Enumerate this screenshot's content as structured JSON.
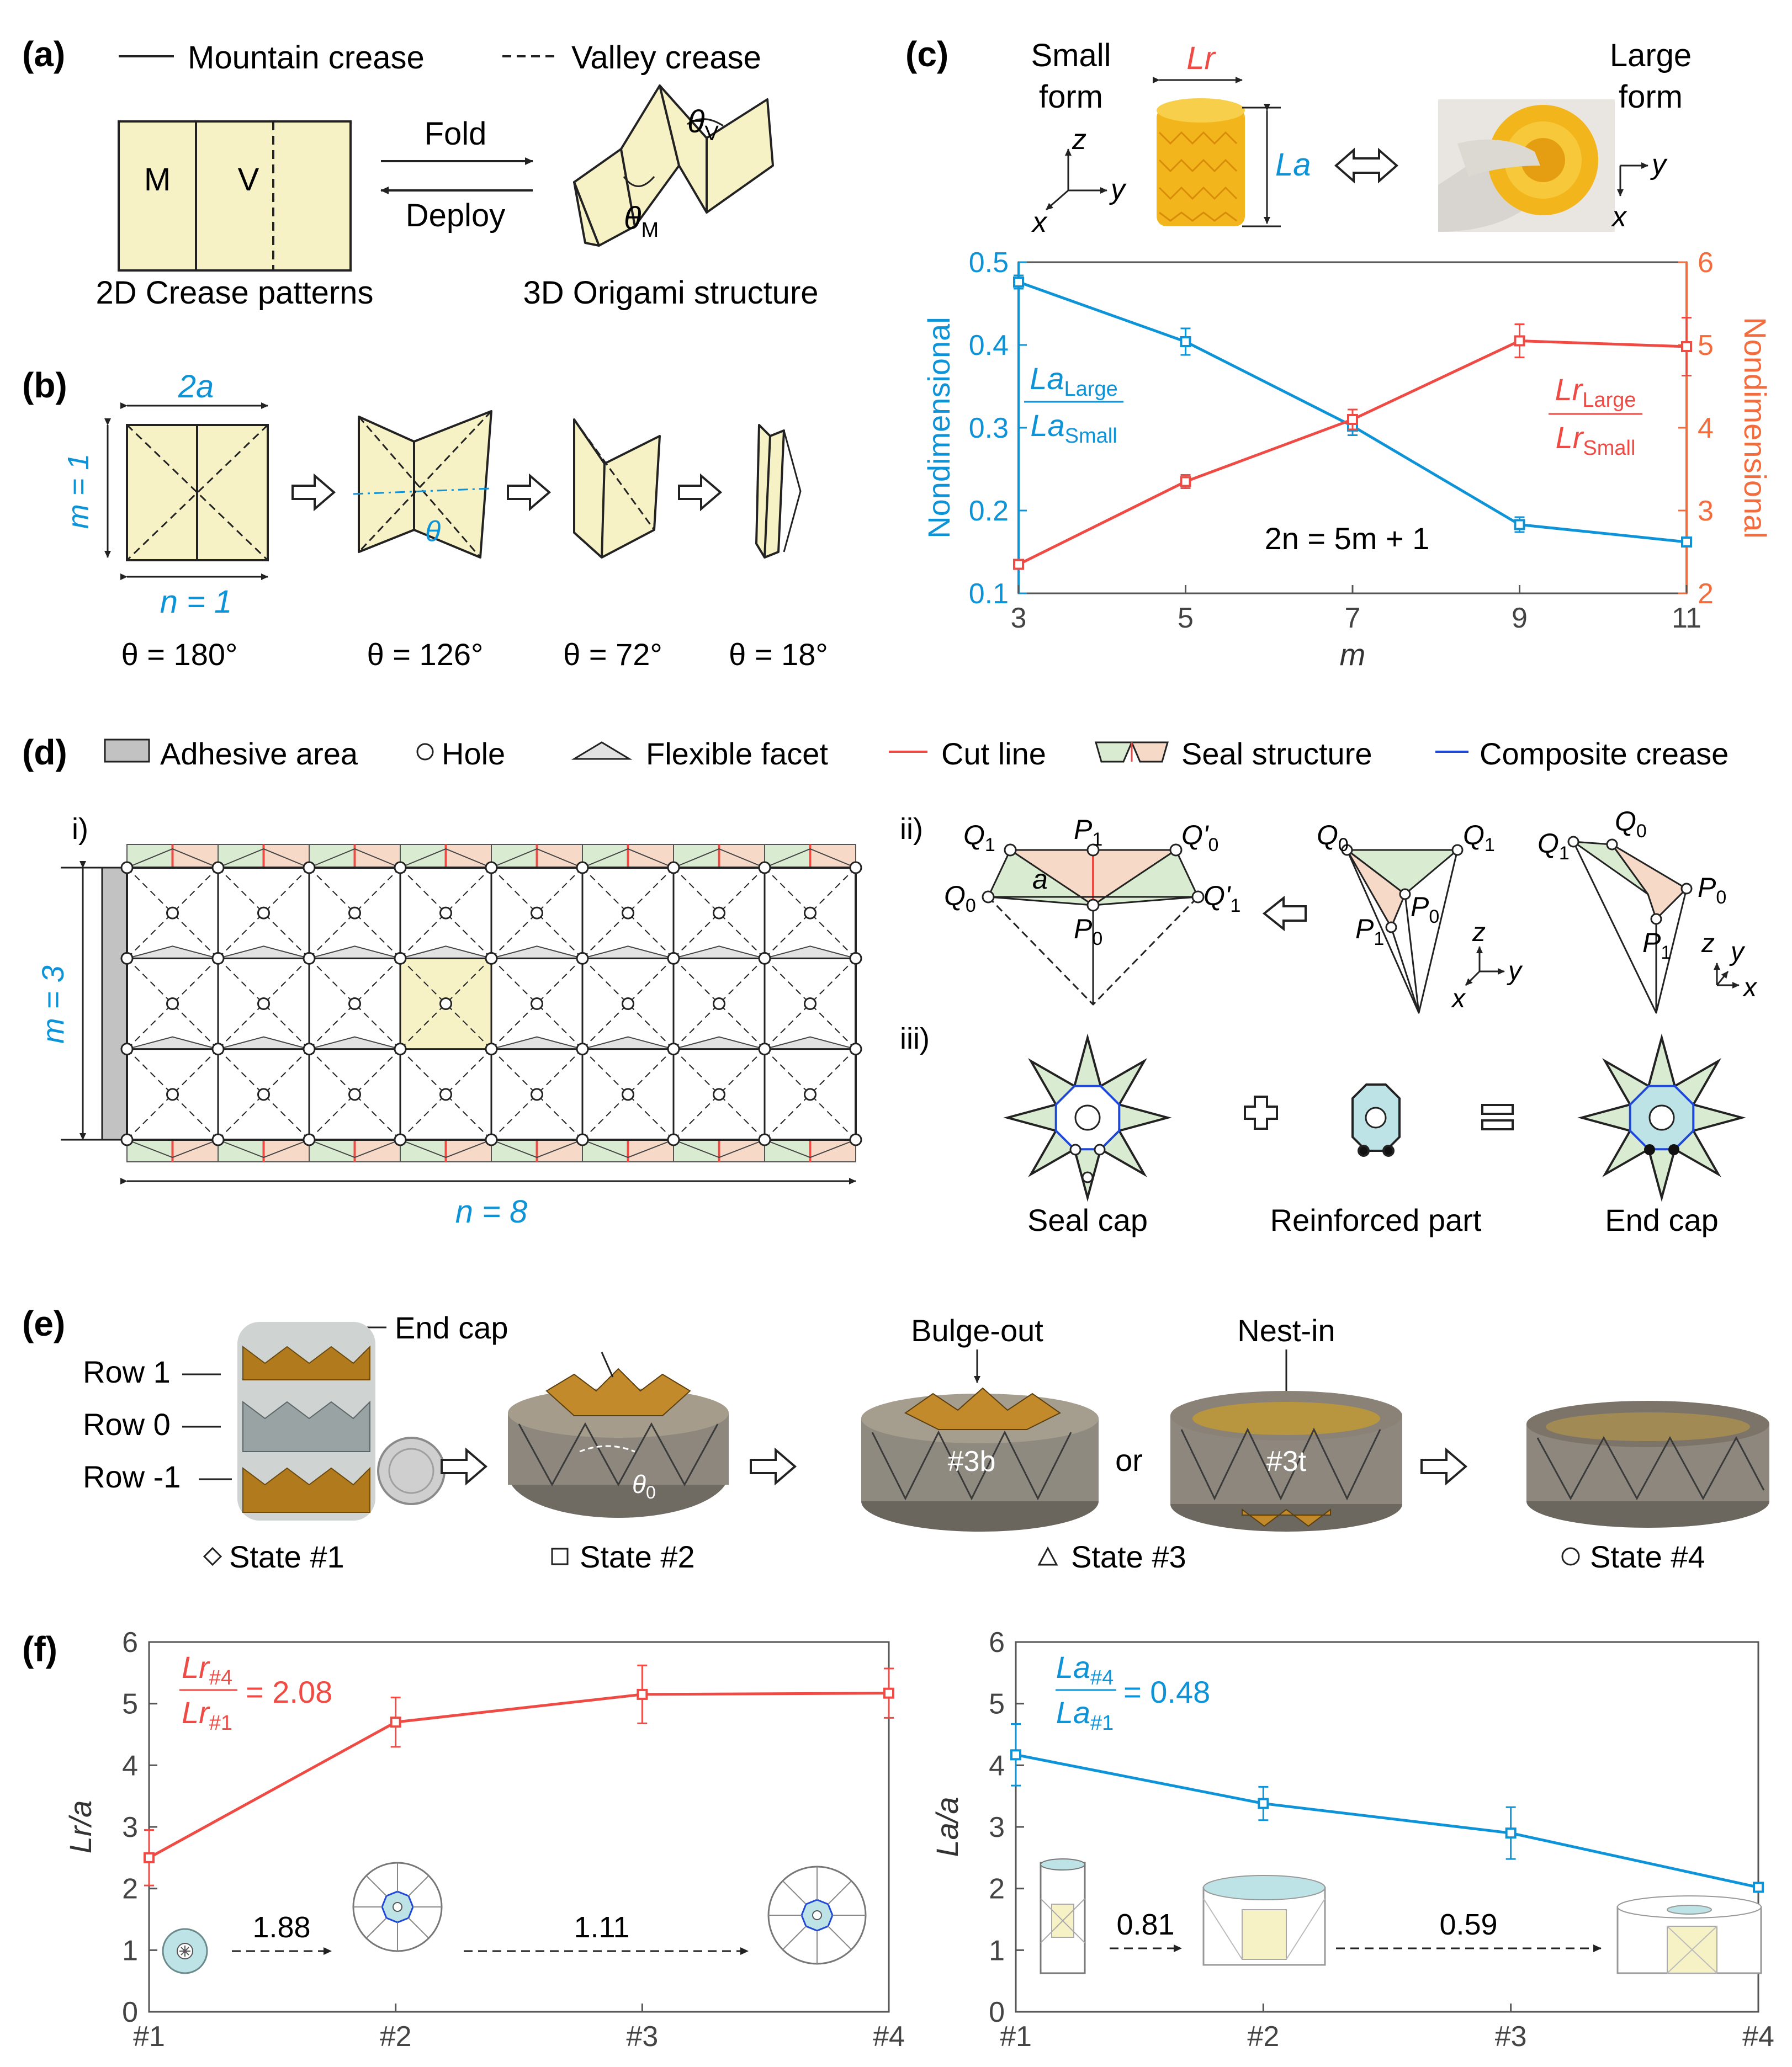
{
  "colors": {
    "paper": "#f7f1c6",
    "blue": "#0d93d8",
    "red": "#f04a44",
    "orange": "#f26c3d",
    "seal_green": "#d9ecd2",
    "seal_pink": "#f7d9c8",
    "teal": "#bde3e6",
    "crease_blue": "#1f48d8",
    "adhesive": "#c2c2c2",
    "black": "#222222"
  },
  "panel_a": {
    "label": "(a)",
    "legend_mountain": "Mountain crease",
    "legend_valley": "Valley crease",
    "m": "M",
    "v": "V",
    "fold": "Fold",
    "deploy": "Deploy",
    "theta_v": "θ",
    "theta_v_sub": "V",
    "theta_m": "θ",
    "theta_m_sub": "M",
    "caption_left": "2D Crease patterns",
    "caption_right": "3D Origami structure"
  },
  "panel_b": {
    "label": "(b)",
    "width_label": "2a",
    "m_label": "m = 1",
    "n_label": "n = 1",
    "theta": "θ",
    "angles": [
      "θ = 180°",
      "θ = 126°",
      "θ = 72°",
      "θ = 18°"
    ]
  },
  "panel_c": {
    "label": "(c)",
    "small_form": [
      "Small",
      "form"
    ],
    "large_form": [
      "Large",
      "form"
    ],
    "lr": "Lr",
    "la": "La",
    "axis_z": "z",
    "axis_x": "x",
    "axis_y": "y",
    "ylabel_left": "Nondimensional",
    "ylabel_right": "Nondimensional",
    "xlabel": "m",
    "eq": "2n = 5m + 1",
    "frac_la_num": "La",
    "frac_la_num_sub": "Large",
    "frac_la_den": "La",
    "frac_la_den_sub": "Small",
    "frac_lr_num": "Lr",
    "frac_lr_num_sub": "Large",
    "frac_lr_den": "Lr",
    "frac_lr_den_sub": "Small"
  },
  "panel_d": {
    "label": "(d)",
    "legend": [
      "Adhesive area",
      "Hole",
      "Flexible facet",
      "Cut line",
      "Seal structure",
      "Composite crease"
    ],
    "sub_i": "i)",
    "sub_ii": "ii)",
    "sub_iii": "iii)",
    "m_label": "m = 3",
    "n_label": "n = 8",
    "q1": "Q",
    "q1_sub": "1",
    "p1": "P",
    "p1_sub": "1",
    "q0p": "Q'",
    "q0p_sub": "0",
    "q0": "Q",
    "q0_sub": "0",
    "p0": "P",
    "p0_sub": "0",
    "q1p": "Q'",
    "q1p_sub": "1",
    "a": "a",
    "seal_cap": "Seal cap",
    "reinforced": "Reinforced part",
    "end_cap": "End cap"
  },
  "panel_e": {
    "label": "(e)",
    "end_cap": "End cap",
    "rows": [
      "Row 1",
      "Row 0",
      "Row -1"
    ],
    "bulge": "Bulge-out",
    "nest": "Nest-in",
    "or": "or",
    "tag_3b": "#3b",
    "tag_3t": "#3t",
    "theta0": "θ",
    "theta0_sub": "0",
    "states": [
      "State #1",
      "State #2",
      "State #3",
      "State #4"
    ]
  },
  "panel_f": {
    "label": "(f)",
    "left_ylabel": "Lr/a",
    "right_ylabel": "La/a",
    "left_ratio_num": "Lr",
    "left_ratio_num_sub": "#4",
    "left_ratio_den": "Lr",
    "left_ratio_den_sub": "#1",
    "left_ratio_val": "= 2.08",
    "right_ratio_num": "La",
    "right_ratio_num_sub": "#4",
    "right_ratio_den": "La",
    "right_ratio_den_sub": "#1",
    "right_ratio_val": "= 0.48",
    "left_steps": [
      "1.88",
      "1.11"
    ],
    "right_steps": [
      "0.81",
      "0.59"
    ]
  },
  "chart_data": [
    {
      "type": "line",
      "xlabel": "m",
      "ylabel": "Nondimensional",
      "x": [
        3,
        5,
        7,
        9,
        11
      ],
      "xlim": [
        3,
        11
      ],
      "xticks": [
        "3",
        "5",
        "7",
        "9",
        "11"
      ],
      "ylim": [
        0.1,
        0.5
      ],
      "yticks": [
        "0.1",
        "0.2",
        "0.3",
        "0.4",
        "0.5"
      ],
      "y2lim": [
        2,
        6
      ],
      "y2ticks": [
        "2",
        "3",
        "4",
        "5",
        "6"
      ],
      "series": [
        {
          "axis": "left",
          "color": "#0d93d8",
          "values": [
            0.476,
            0.404,
            0.302,
            0.183,
            0.162
          ],
          "err": [
            0.008,
            0.016,
            0.011,
            0.009,
            0.005
          ]
        },
        {
          "axis": "right",
          "color": "#f04a44",
          "values": [
            2.35,
            3.35,
            4.1,
            5.05,
            4.98
          ],
          "err": [
            0.05,
            0.08,
            0.12,
            0.2,
            0.35
          ]
        }
      ]
    },
    {
      "type": "line",
      "ylabel": "Lr/a",
      "categories": [
        "#1",
        "#2",
        "#3",
        "#4"
      ],
      "ylim": [
        0,
        6
      ],
      "yticks": [
        "0",
        "1",
        "2",
        "3",
        "4",
        "5",
        "6"
      ],
      "series": [
        {
          "color": "#f04a44",
          "values": [
            2.5,
            4.7,
            5.15,
            5.17
          ],
          "err": [
            0.45,
            0.4,
            0.47,
            0.4
          ]
        }
      ]
    },
    {
      "type": "line",
      "ylabel": "La/a",
      "categories": [
        "#1",
        "#2",
        "#3",
        "#4"
      ],
      "ylim": [
        0,
        6
      ],
      "yticks": [
        "0",
        "1",
        "2",
        "3",
        "4",
        "5",
        "6"
      ],
      "series": [
        {
          "color": "#0d93d8",
          "values": [
            4.17,
            3.38,
            2.9,
            2.02
          ],
          "err": [
            0.5,
            0.27,
            0.42,
            0.05
          ]
        }
      ]
    }
  ]
}
